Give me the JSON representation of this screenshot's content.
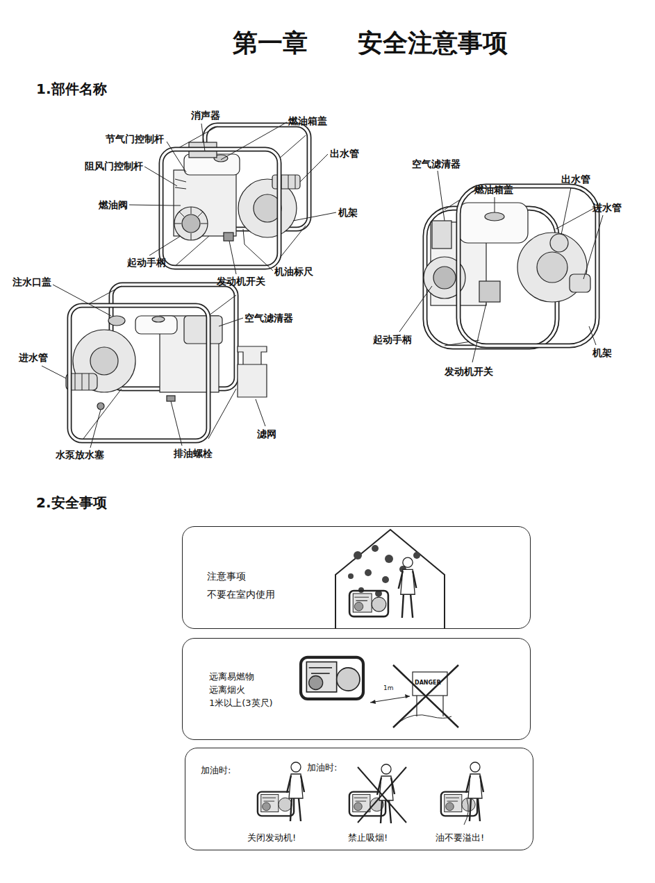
{
  "diagram": {
    "title": "第一章　　安全注意事项",
    "nodes": [
      {
        "text": [
          "注意事项",
          "不要在室内使用"
        ]
      },
      {
        "text": [
          "远离易燃物 远离烟火 1米以上(3英尺)"
        ]
      },
      {
        "text": [
          "加油时:",
          "加油时:",
          "关闭发动机!",
          "禁止吸烟!",
          "油不要溢出!"
        ]
      }
    ],
    "labels": [
      "1.部件名称",
      "消声器",
      "燃油箱盖",
      "节气门控制杆",
      "出水管",
      "阻风门控制杆",
      "燃油阀",
      "机架",
      "起动手柄",
      "机油标尺",
      "发动机开关",
      "空气滤清器",
      "燃油箱盖",
      "出水管",
      "进水管",
      "起动手柄",
      "机架",
      "发动机开关",
      "注水口盖",
      "空气滤清器",
      "进水管",
      "滤网",
      "水泵放水塞",
      "排油螺栓",
      "2.安全事项",
      "1m",
      "DANGER"
    ]
  }
}
